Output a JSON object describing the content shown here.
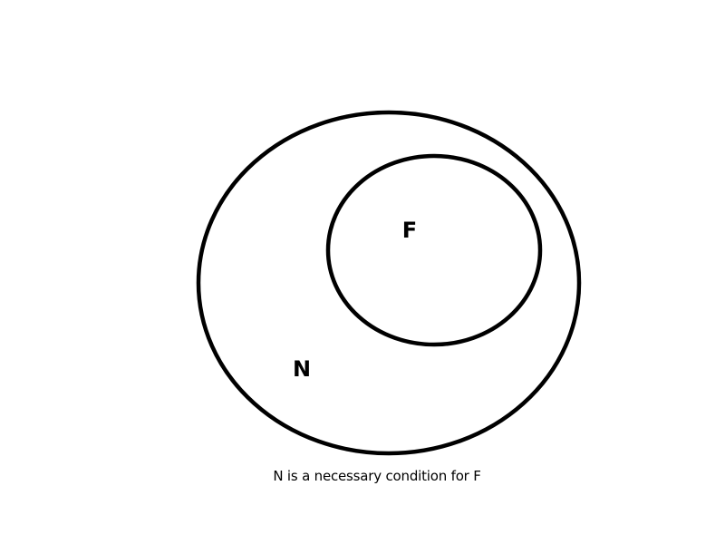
{
  "diagram": {
    "outer_set": {
      "label": "N"
    },
    "inner_set": {
      "label": "F"
    },
    "caption": "N is a necessary condition for F",
    "colors": {
      "stroke": "#000000",
      "background": "#ffffff",
      "text": "#000000"
    }
  }
}
